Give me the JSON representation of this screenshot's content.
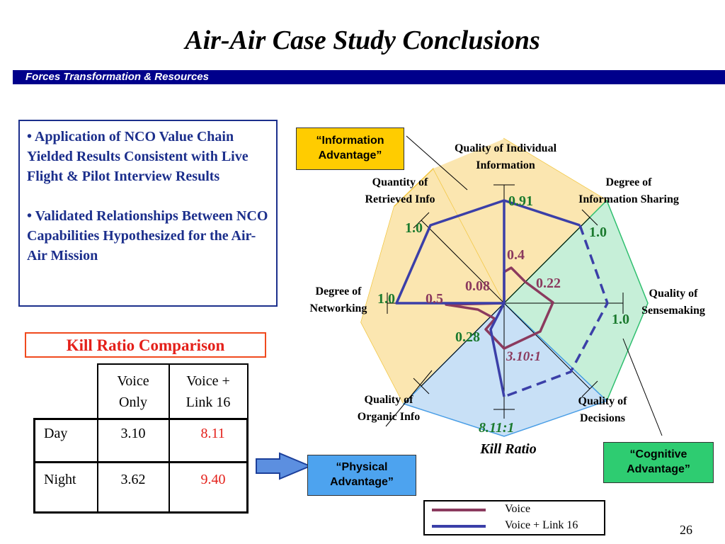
{
  "slide": {
    "title": "Air-Air Case Study Conclusions",
    "banner": "Forces Transformation & Resources",
    "page_number": "26"
  },
  "bullets": [
    "• Application of NCO Value Chain Yielded Results Consistent with Live Flight & Pilot Interview Results",
    "• Validated Relationships Between NCO Capabilities Hypothesized for the Air-Air Mission"
  ],
  "kill_ratio": {
    "title": "Kill Ratio Comparison",
    "header_voice_only": [
      "Voice",
      "Only"
    ],
    "header_link16": [
      "Voice +",
      "Link 16"
    ],
    "rows": [
      {
        "label": "Day",
        "voice": "3.10",
        "link16": "8.11"
      },
      {
        "label": "Night",
        "voice": "3.62",
        "link16": "9.40"
      }
    ]
  },
  "advantages": {
    "information": [
      "“Information",
      "Advantage”"
    ],
    "physical": [
      "“Physical",
      "Advantage”"
    ],
    "cognitive": [
      "“Cognitive",
      "Advantage”"
    ]
  },
  "radar": {
    "axes": {
      "quality_individual": [
        "Quality of Individual",
        "Information"
      ],
      "degree_sharing": [
        "Degree of",
        "Information Sharing"
      ],
      "quality_sensemaking": [
        "Quality of",
        "Sensemaking"
      ],
      "quality_decisions": [
        "Quality of",
        "Decisions"
      ],
      "kill_ratio": "Kill Ratio",
      "quality_organic": [
        "Quality of",
        "Organic Info"
      ],
      "degree_networking": [
        "Degree of",
        "Networking"
      ],
      "quantity_retrieved": [
        "Quantity of",
        "Retrieved Info"
      ]
    },
    "value_labels": {
      "v_0_91": "0.91",
      "v_1_0_share": "1.0",
      "v_1_0_sense": "1.0",
      "v_1_0_quantity": "1.0",
      "v_1_0_network": "1.0",
      "v_0_28": "0.28",
      "v_0_4": "0.4",
      "v_0_22": "0.22",
      "v_0_08": "0.08",
      "v_0_5": "0.5",
      "v_8_11": "8.11:1",
      "v_3_10": "3.10:1"
    },
    "colors": {
      "voice": "#8b3a5e",
      "link16": "#3b3fa8",
      "information_fill": "#fbe6b0",
      "cognitive_fill": "#c6efd8",
      "physical_fill": "#c8e0f6"
    }
  },
  "legend": {
    "voice": "Voice",
    "link16": "Voice + Link 16"
  }
}
